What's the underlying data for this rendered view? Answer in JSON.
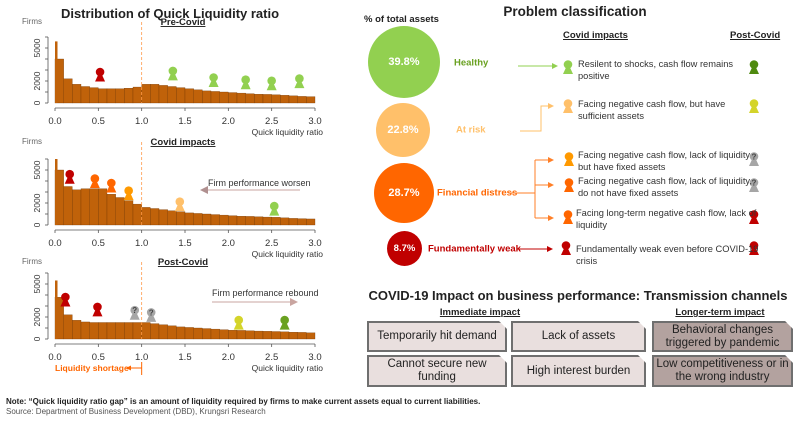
{
  "left": {
    "title": "Distribution of Quick Liquidity ratio",
    "note": "Note: “Quick liquidity ratio gap” is an amount of liquidity required by firms to make current assets equal to current liabilities.",
    "source": "Source: Department of Business Development (DBD), Krungsri Research",
    "liquidity_shortage": "Liquidity shortage"
  },
  "chart_data": [
    {
      "type": "bar",
      "title": "Pre-Covid",
      "ylabel": "Firms",
      "xlabel": "Quick liquidity ratio",
      "xlim": [
        0,
        3
      ],
      "ylim": [
        0,
        6000
      ],
      "yticks": [
        "0",
        "2000",
        "5000"
      ],
      "xticks": [
        "0.0",
        "0.5",
        "1.0",
        "1.5",
        "2.0",
        "2.5",
        "3.0"
      ],
      "bin_width": 0.1,
      "threshold": 1.0,
      "values": [
        4000,
        2200,
        1700,
        1500,
        1400,
        1300,
        1300,
        1300,
        1350,
        1450,
        1700,
        1700,
        1600,
        1500,
        1400,
        1300,
        1200,
        1100,
        1050,
        1000,
        950,
        900,
        850,
        800,
        780,
        750,
        700,
        650,
        600,
        580
      ],
      "markers": [
        {
          "x": 0.52,
          "y": 2500,
          "color": "#c00000",
          "q": false
        },
        {
          "x": 1.36,
          "y": 2600,
          "color": "#92d050",
          "q": false
        },
        {
          "x": 1.83,
          "y": 2000,
          "color": "#92d050",
          "q": false
        },
        {
          "x": 2.2,
          "y": 1800,
          "color": "#92d050",
          "q": false
        },
        {
          "x": 2.5,
          "y": 1700,
          "color": "#92d050",
          "q": false
        },
        {
          "x": 2.82,
          "y": 1900,
          "color": "#92d050",
          "q": false
        }
      ]
    },
    {
      "type": "bar",
      "title": "Covid impacts",
      "ylabel": "Firms",
      "xlabel": "Quick liquidity ratio",
      "xlim": [
        0,
        3
      ],
      "ylim": [
        0,
        6000
      ],
      "yticks": [
        "0",
        "2000",
        "5000"
      ],
      "xticks": [
        "0.0",
        "0.5",
        "1.0",
        "1.5",
        "2.0",
        "2.5",
        "3.0"
      ],
      "bin_width": 0.1,
      "threshold": 1.0,
      "arrow_label": "Firm performance worsen",
      "arrow_direction": "left",
      "values": [
        5000,
        3500,
        3200,
        3300,
        3300,
        3300,
        2800,
        2500,
        2200,
        1900,
        1600,
        1500,
        1400,
        1300,
        1200,
        1100,
        1050,
        1000,
        950,
        900,
        850,
        800,
        780,
        750,
        720,
        700,
        650,
        600,
        580,
        550
      ],
      "markers": [
        {
          "x": 0.17,
          "y": 4300,
          "color": "#c00000",
          "q": false
        },
        {
          "x": 0.46,
          "y": 3900,
          "color": "#ff6600",
          "q": false
        },
        {
          "x": 0.65,
          "y": 3500,
          "color": "#ff6600",
          "q": false
        },
        {
          "x": 0.85,
          "y": 2800,
          "color": "#ff9900",
          "q": false
        },
        {
          "x": 1.44,
          "y": 1800,
          "color": "#ffc06a",
          "q": false
        },
        {
          "x": 2.53,
          "y": 1400,
          "color": "#92d050",
          "q": false
        }
      ]
    },
    {
      "type": "bar",
      "title": "Post-Covid",
      "ylabel": "Firms",
      "xlabel": "Quick liquidity ratio",
      "xlim": [
        0,
        3
      ],
      "ylim": [
        0,
        6000
      ],
      "yticks": [
        "0",
        "2000",
        "5000"
      ],
      "xticks": [
        "0.0",
        "0.5",
        "1.0",
        "1.5",
        "2.0",
        "2.5",
        "3.0"
      ],
      "bin_width": 0.1,
      "threshold": 1.0,
      "arrow_label": "Firm performance rebound",
      "arrow_direction": "right",
      "values": [
        3800,
        2200,
        1700,
        1550,
        1500,
        1500,
        1500,
        1500,
        1500,
        1500,
        1500,
        1400,
        1300,
        1200,
        1100,
        1050,
        1000,
        950,
        900,
        850,
        800,
        780,
        750,
        720,
        700,
        680,
        650,
        620,
        600,
        560
      ],
      "markers": [
        {
          "x": 0.12,
          "y": 3500,
          "color": "#c00000",
          "q": false
        },
        {
          "x": 0.49,
          "y": 2600,
          "color": "#c00000",
          "q": false
        },
        {
          "x": 0.92,
          "y": 2300,
          "color": "#a6a6a6",
          "q": true
        },
        {
          "x": 1.11,
          "y": 2100,
          "color": "#a6a6a6",
          "q": true
        },
        {
          "x": 2.12,
          "y": 1400,
          "color": "#d4d42a",
          "q": false
        },
        {
          "x": 2.65,
          "y": 1400,
          "color": "#6aa121",
          "q": false
        }
      ]
    }
  ],
  "classification": {
    "title": "Problem classification",
    "assets_header": "% of total assets",
    "covid_header": "Covid impacts",
    "post_header": "Post-Covid",
    "groups": [
      {
        "pct": "39.8%",
        "label": "Healthy",
        "color": "#92d050",
        "label_color": "#6aa121"
      },
      {
        "pct": "22.8%",
        "label": "At risk",
        "color": "#ffc06a",
        "label_color": "#ffc06a"
      },
      {
        "pct": "28.7%",
        "label": "Financial distress",
        "color": "#ff6600",
        "label_color": "#ff6600"
      },
      {
        "pct": "8.7%",
        "label": "Fundamentally weak",
        "color": "#c00000",
        "label_color": "#c00000"
      }
    ],
    "rows": [
      {
        "text": "Resilent to shocks, cash flow remains positive",
        "icon_color": "#92d050",
        "post_color": "#4f8a10",
        "post_q": false
      },
      {
        "text": "Facing negative cash flow, but have sufficient assets",
        "icon_color": "#ffc06a",
        "post_color": "#d4d42a",
        "post_q": false
      },
      {
        "text": "Facing negative cash flow, lack of liquidity but have fixed assets",
        "icon_color": "#ff9900",
        "post_color": "#a6a6a6",
        "post_q": true
      },
      {
        "text": "Facing negative cash flow, lack of liquidity, do not have fixed assets",
        "icon_color": "#ff6600",
        "post_color": "#a6a6a6",
        "post_q": true
      },
      {
        "text": "Facing long-term negative cash flow, lack of liquidity",
        "icon_color": "#ff6600",
        "post_color": "#c00000",
        "post_q": false
      },
      {
        "text": "Fundamentally weak even before COVID-19 crisis",
        "icon_color": "#c00000",
        "post_color": "#c00000",
        "post_q": false
      }
    ]
  },
  "transmission": {
    "title": "COVID-19 Impact on business performance: Transmission channels",
    "immediate_header": "Immediate impact",
    "longer_header": "Longer-term impact",
    "boxes": [
      "Temporarily hit demand",
      "Lack of assets",
      "Behavioral changes triggered by pandemic",
      "Cannot secure new funding",
      "High interest burden",
      "Low competitiveness or in the wrong industry"
    ]
  }
}
